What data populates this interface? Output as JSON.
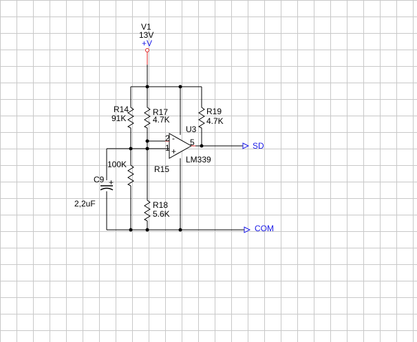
{
  "supply": {
    "ref": "V1",
    "value": "13V",
    "net": "+V"
  },
  "resistors": {
    "r14": {
      "ref": "R14",
      "value": "91K"
    },
    "r17": {
      "ref": "R17",
      "value": "4.7K"
    },
    "r19": {
      "ref": "R19",
      "value": "4.7K"
    },
    "r15": {
      "ref": "R15",
      "value": "100K"
    },
    "r18": {
      "ref": "R18",
      "value": "5.6K"
    }
  },
  "capacitor": {
    "ref": "C9",
    "value": "2,2uF",
    "polarity": "+"
  },
  "opamp": {
    "ref": "U3",
    "part": "LM339",
    "pin_in_a": "2",
    "pin_in_b": "1",
    "pin_out": "5",
    "sign_minus": "-",
    "sign_plus": "+"
  },
  "nets": {
    "output": "SD",
    "common": "COM"
  },
  "colors": {
    "grid": "#c8c8c8",
    "wire": "#000000",
    "label_blue": "#1a1ae6",
    "pin_red": "#e02020"
  }
}
